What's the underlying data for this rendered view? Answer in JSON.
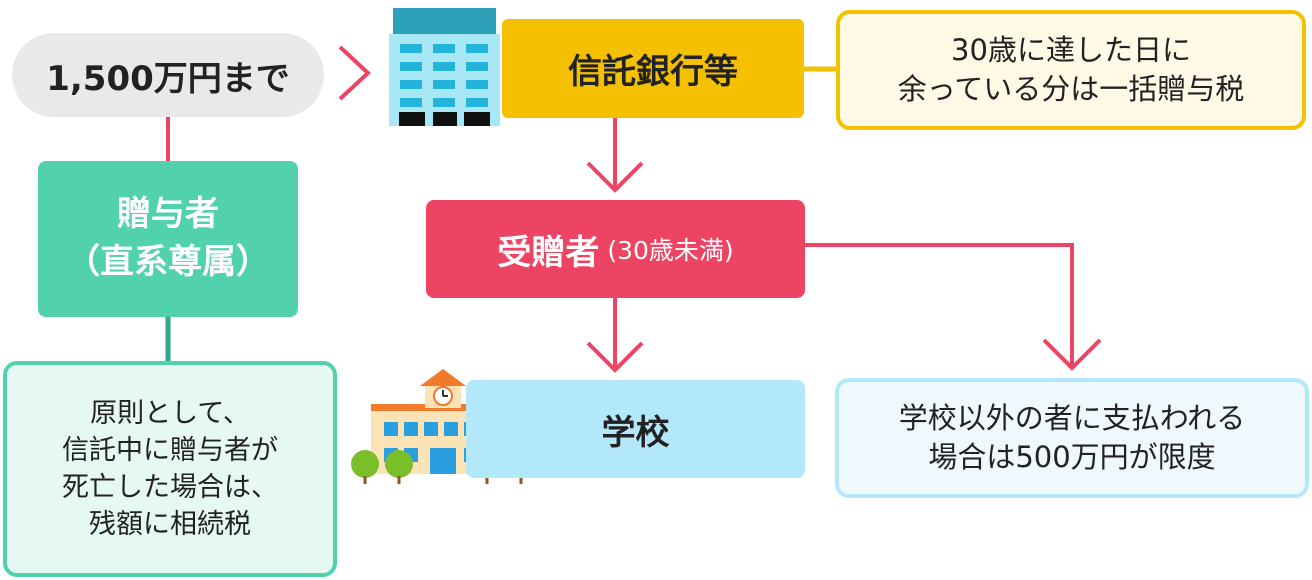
{
  "amount_label": "1,500万円まで",
  "giver": {
    "line1": "贈与者",
    "line2": "（直系尊属）"
  },
  "note_left": {
    "lines": [
      "原則として、",
      "信託中に贈与者が",
      "死亡した場合は、",
      "残額に相続税"
    ]
  },
  "trust": {
    "label": "信託銀行等"
  },
  "note_top_right": {
    "lines": [
      "30歳に達した日に",
      "余っている分は一括贈与税"
    ]
  },
  "recipient": {
    "label": "受贈者",
    "sub": "(30歳未満)"
  },
  "school": {
    "label": "学校"
  },
  "note_bottom_right": {
    "lines": [
      "学校以外の者に支払われる",
      "場合は500万円が限度"
    ]
  },
  "colors": {
    "giver_green": "#52d1ad",
    "trust_yellow": "#f5c000",
    "recipient_red": "#ee4463",
    "school_blue": "#b3e8fb",
    "arrow_red": "#ee4463",
    "pill_gray": "#e9e9e9"
  },
  "icons": [
    "office-building-icon",
    "school-building-icon"
  ]
}
